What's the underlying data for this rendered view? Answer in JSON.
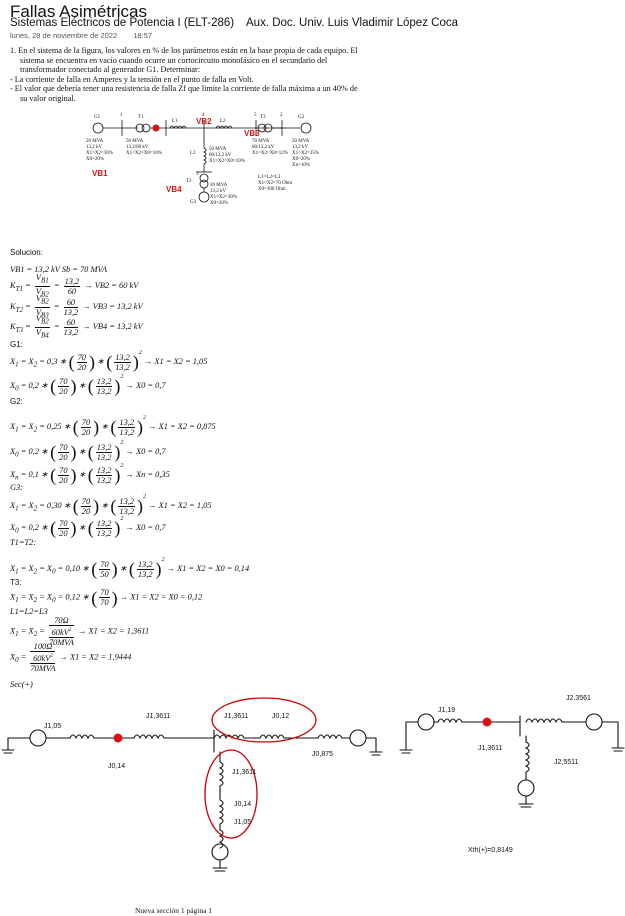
{
  "header": {
    "title": "Fallas Asimétricas",
    "subtitle": "Sistemas Eléctricos de Potencia I (ELT-286)",
    "author": "Aux. Doc. Univ. Luis Vladimir López Coca",
    "date": "lunes, 28 de noviembre de 2022",
    "time": "18:57"
  },
  "problem": {
    "line1": "1.  En el sistema de la figura, los valores en % de los parámetros están en la base propia de cada equipo. El",
    "line2": "sistema se encuentra en vacío cuando ocurre un cortocircuito monofásico en el secundario del",
    "line3": "transformador conectado al generador G1. Determinar:",
    "bullet1": "-  La corriente de falla en Amperes y la tensión en el punto de falla en Volt.",
    "bullet2a": "-  El valor que debería tener una resistencia de falla Zf que limite la corriente de falla máxima a un 40% de",
    "bullet2b": "su valor original."
  },
  "figure": {
    "g1": "G1",
    "g2": "G2",
    "g3": "G3",
    "g1_data": [
      "20 MVA",
      "13,2 kV",
      "X1=X2=30%",
      "X0=20%"
    ],
    "t1_data": [
      "50 MVA",
      "13,2/60 kV",
      "X1=X2=X0=10%"
    ],
    "t2_data": [
      "50 MVA",
      "60/13,2 kV",
      "X1=X2=X0=10%"
    ],
    "t3_data": [
      "70 MVA",
      "60/13,2 kV",
      "X1=X2=X0=12%"
    ],
    "g2_data": [
      "20 MVA",
      "13,2 kV",
      "X1=X2=25%",
      "X0=20%",
      "Xn=10%"
    ],
    "g3_data": [
      "20 MVA",
      "13,2 kV",
      "X1=X2=30%",
      "X0=20%"
    ],
    "line_data": [
      "L1=L2=L3",
      "X1=X2=70 Ohm",
      "X0=100 Ohm"
    ],
    "nodes": [
      "1",
      "2",
      "3",
      "4",
      "5"
    ],
    "lines": [
      "L1",
      "L2",
      "L3"
    ],
    "transformers": [
      "T1",
      "T2",
      "T3"
    ],
    "annotations": [
      "VB1",
      "VB2",
      "VB3",
      "VB4"
    ]
  },
  "solution": {
    "label": "Solucion:",
    "vb1": "VB1 = 13,2 kV    Sb = 70 MVA",
    "kt1_result": "→ VB2 = 60 kV",
    "kt2_result": "→ VB3 = 13,2 kV",
    "kt3_result": "→ VB4 = 13,2 kV",
    "g1": "G1:",
    "g1_x1": "→ X1 = X2 = 1,05",
    "g1_x0": "→ X0 = 0,7",
    "g2": "G2:",
    "g2_x1": "→ X1 = X2 = 0,875",
    "g2_x0": "→ X0 = 0,7",
    "g2_xn": "→ Xn = 0,35",
    "g3": "G3:",
    "g3_x1": "→ X1 = X2 = 1,05",
    "g3_x0": "→ X0 = 0,7",
    "t1t2": "T1=T2:",
    "t1t2_x": "→ X1 = X2 = X0 = 0,14",
    "t3": "T3:",
    "t3_x": "→ X1 = X2 = X0 = 0,12",
    "lines": "L1=L2=L3",
    "lines_x1": "→ X1 = X2 = 1,3611",
    "lines_x0": "→ X1 = X2 = 1,9444",
    "sec": "Sec(+)"
  },
  "circuit": {
    "left": [
      "J1,05",
      "J1,3611",
      "J1,3611",
      "J0,12",
      "J0,14",
      "J0,875",
      "J1,3611",
      "J0,14",
      "J1,05"
    ],
    "right": [
      "J1,19",
      "J2,3561",
      "J1,3611",
      "J2,5511"
    ],
    "xth": "Xth(+)=0,8149"
  },
  "footer": "Nueva sección 1 página 1"
}
